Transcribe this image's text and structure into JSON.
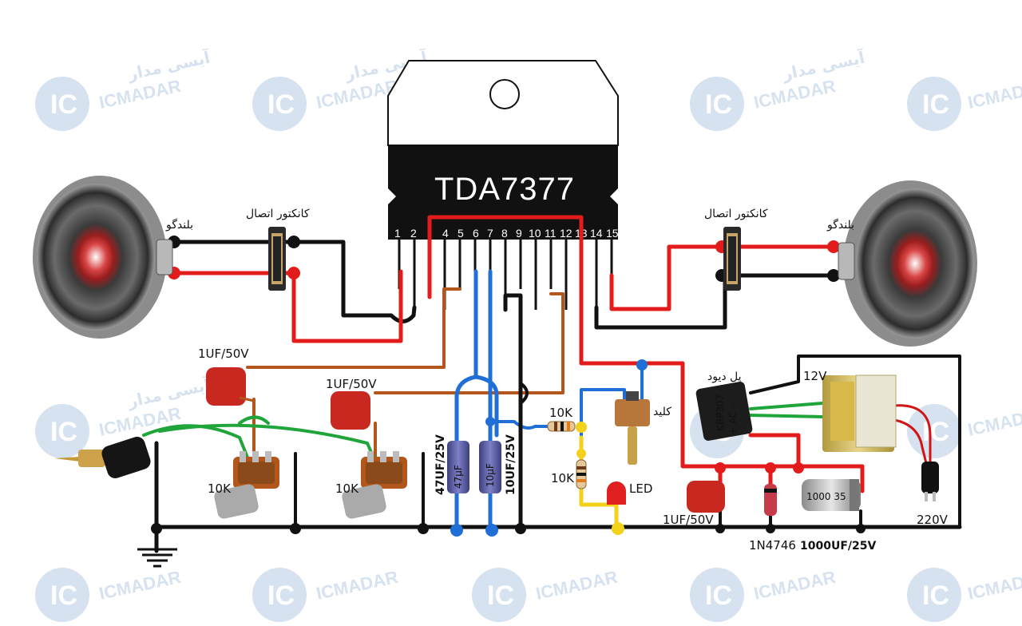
{
  "chip": {
    "name": "TDA7377",
    "pins": [
      "1",
      "2",
      "4",
      "5",
      "6",
      "7",
      "8",
      "9",
      "10",
      "11",
      "12",
      "13",
      "14",
      "15"
    ]
  },
  "watermark": {
    "brand": "ICMADAR",
    "brand_fa": "آیسی مدار",
    "logo": "IC"
  },
  "labels": {
    "speaker_left": "بلندگو",
    "speaker_right": "بلندگو",
    "connector_left": "کانکتور اتصال",
    "connector_right": "کانکتور اتصال",
    "bridge": "پل دیود",
    "switch": "کلید",
    "transformer_out": "12V",
    "mains": "220V",
    "cap_in_left": "1UF/50V",
    "cap_in_right": "1UF/50V",
    "pot_left": "10K",
    "pot_right": "10K",
    "cap_47": "47UF/25V",
    "cap_10": "10UF/25V",
    "res_top": "10K",
    "res_mid": "10K",
    "led": "LED",
    "cap_psu": "1UF/50V",
    "zener": "1N4746",
    "cap_bulk": "1000UF/25V",
    "bridge_marking": "KBP307",
    "bridge_polarity": "+ AC -",
    "elec_47_marking": "47µF",
    "elec_10_marking": "10µF",
    "elec_bulk_marking": "1000 35"
  }
}
